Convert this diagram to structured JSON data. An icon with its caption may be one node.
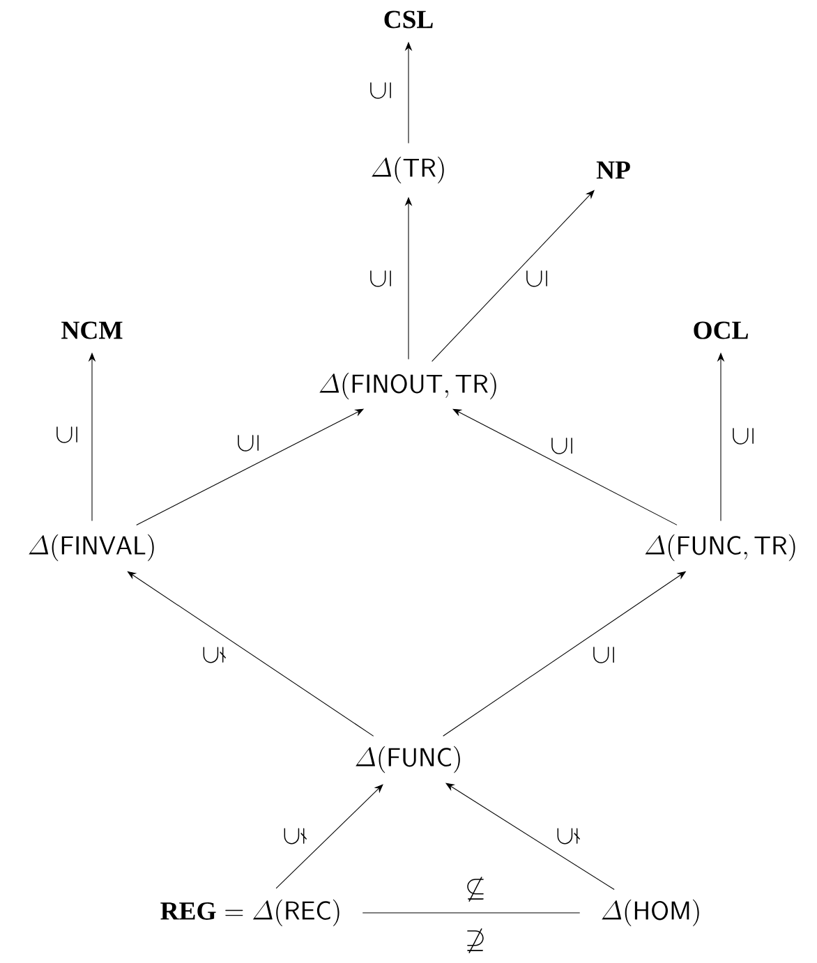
{
  "diagram": {
    "nodes": [
      {
        "text": [
          "\\mathbf{CSL}"
        ]
      },
      {
        "text": [
          "\\varDelta(\\mathsf{TR})"
        ]
      },
      {
        "text": [
          "\\mathbf{NP}"
        ]
      },
      {
        "text": [
          "\\mathbf{NCM}"
        ]
      },
      {
        "text": [
          "\\varDelta(\\mathsf{FINOUT},\\mathsf{TR})"
        ]
      },
      {
        "text": [
          "\\mathbf{OCL}"
        ]
      },
      {
        "text": [
          "\\varDelta(\\mathsf{FINVAL})"
        ]
      },
      {
        "text": [
          "\\varDelta(\\mathsf{FUNC},\\mathsf{TR})"
        ]
      },
      {
        "text": [
          "\\varDelta(\\mathsf{FUNC})"
        ]
      },
      {
        "text": [
          "\\mathbf{REG} = \\varDelta(\\mathsf{REC})"
        ]
      },
      {
        "text": [
          "\\varDelta(\\mathsf{HOM})"
        ]
      }
    ],
    "edges": [
      {
        "from": 1,
        "to": 0,
        "arrow": "to",
        "label": "\\subseteq"
      },
      {
        "from": 4,
        "to": 1,
        "arrow": "to",
        "label": "\\subseteq"
      },
      {
        "from": 4,
        "to": 2,
        "arrow": "to",
        "label": "\\subseteq"
      },
      {
        "from": 6,
        "to": 3,
        "arrow": "to",
        "label": "\\subseteq"
      },
      {
        "from": 6,
        "to": 4,
        "arrow": "to",
        "label": "\\subseteq"
      },
      {
        "from": 7,
        "to": 4,
        "arrow": "to",
        "label": "\\subseteq"
      },
      {
        "from": 7,
        "to": 5,
        "arrow": "to",
        "label": "\\subseteq"
      },
      {
        "from": 8,
        "to": 6,
        "arrow": "to",
        "label": "\\subsetneq"
      },
      {
        "from": 8,
        "to": 7,
        "arrow": "to",
        "label": "\\subseteq"
      },
      {
        "from": 9,
        "to": 8,
        "arrow": "to",
        "label": "\\subsetneq"
      },
      {
        "from": 10,
        "to": 8,
        "arrow": "to",
        "label": "\\subsetneq"
      },
      {
        "from": 9,
        "to": 10,
        "arrow": "none",
        "label": "\\not\\subseteq"
      }
    ],
    "labels": [
      "\\not\\supseteq"
    ]
  }
}
